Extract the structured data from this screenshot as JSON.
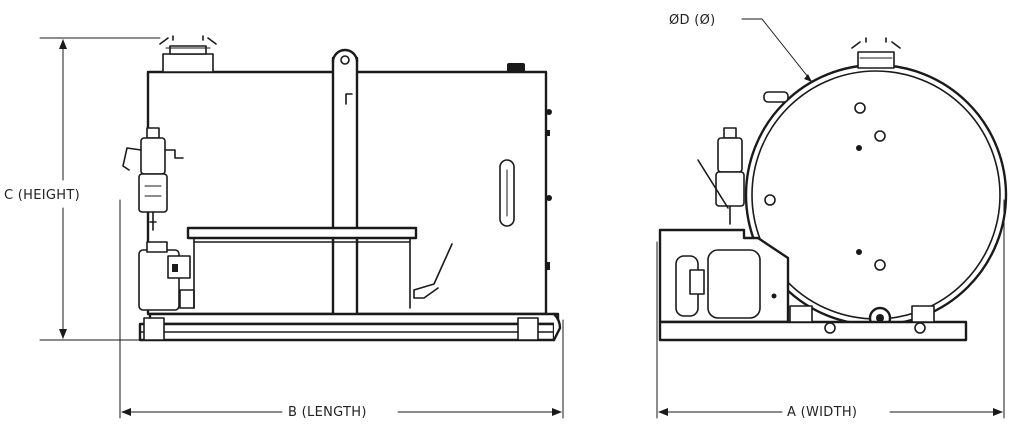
{
  "labels": {
    "height": "C (HEIGHT)",
    "length": "B (LENGTH)",
    "width": "A (WIDTH)",
    "diameter": "ØD (Ø)"
  }
}
